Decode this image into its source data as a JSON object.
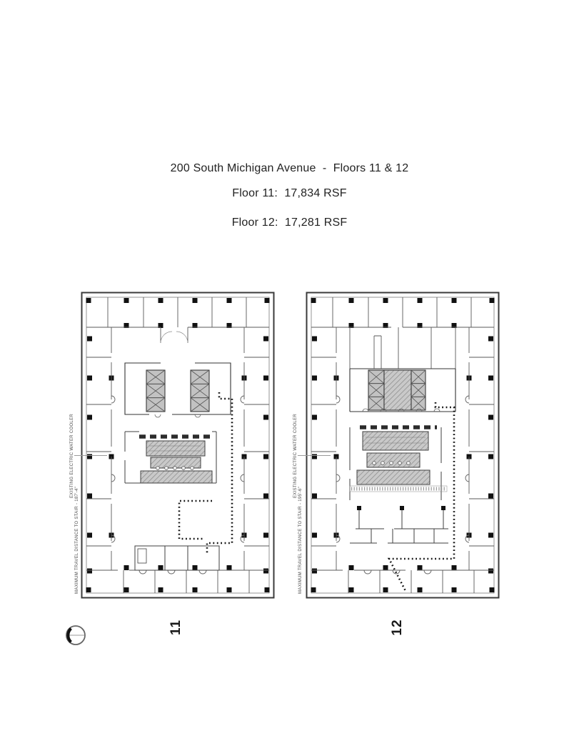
{
  "header": {
    "title": "200 South Michigan Avenue  -  Floors 11 & 12",
    "floor_11_rsf": "Floor 11:  17,834 RSF",
    "floor_12_rsf": "Floor 12:  17,281 RSF"
  },
  "floor_plan_11": {
    "label": "11",
    "annotation_water_cooler": "EXISTING ELECTRIC WATER COOLER",
    "annotation_max_travel": "MAXIMUM TRAVEL DISTANCE TO STAIR  -  187'-4\""
  },
  "floor_plan_12": {
    "label": "12",
    "annotation_water_cooler": "EXISTING ELECTRIC WATER COOLER",
    "annotation_max_travel": "MAXIMUM TRAVEL DISTANCE TO STAIR  -  195'-6\""
  },
  "colors": {
    "plan_line": "#3b3b3b",
    "core_hatch_fill": "#c9c9c9",
    "egress_path": "#111111",
    "text": "#222222"
  }
}
